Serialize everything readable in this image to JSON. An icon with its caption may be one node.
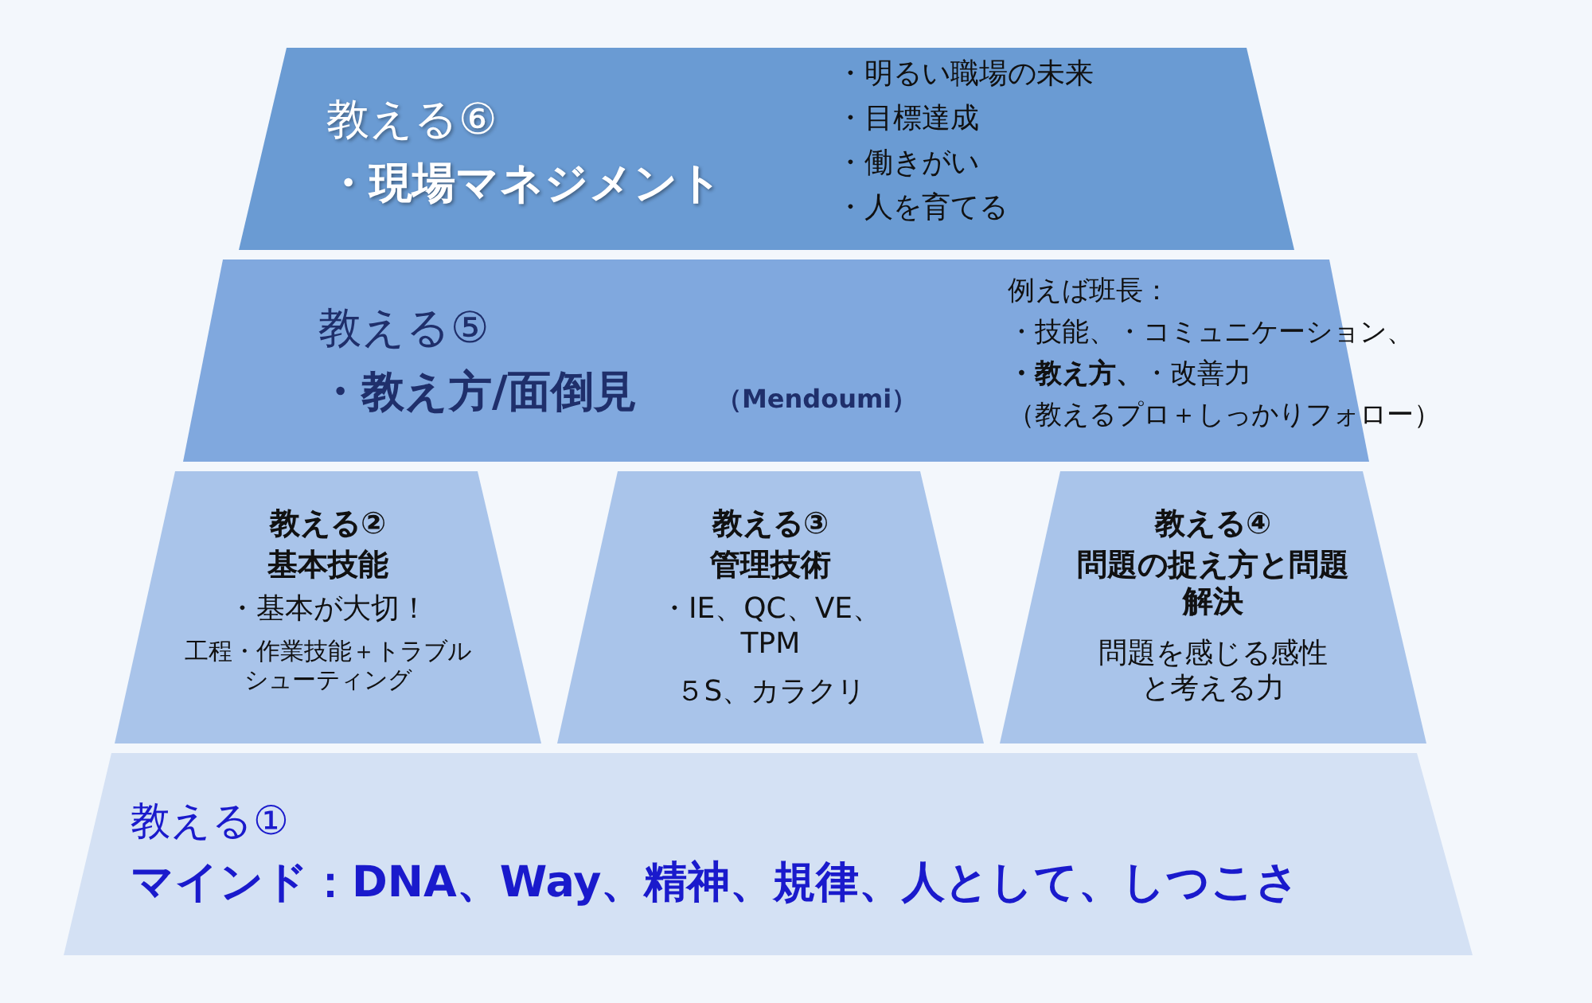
{
  "diagram": {
    "nodes": [
      {
        "text": [
          "教える⑥",
          "・現場マネジメント",
          "・明るい職場の未来",
          "・目標達成",
          "・働きがい",
          "・人を育てる"
        ]
      },
      {
        "text": [
          "教える⑤",
          "・教え方/面倒見",
          "（Mendoumi）",
          "例えば班長：",
          "・技能、・コミュニケーション、",
          "**・教え方、**・改善力",
          "（教えるプロ＋しっかりフォロー）"
        ]
      },
      {
        "text": [
          "教える②",
          "基本技能",
          "・基本が大切！",
          "工程・作業技能＋トラブルシューティング"
        ]
      },
      {
        "text": [
          "教える③",
          "管理技術",
          "・IE、QC、VE、TPM",
          "５S、カラクリ"
        ]
      },
      {
        "text": [
          "教える④",
          "問題の捉え方と問題解決",
          "問題を感じる感性と考える力"
        ]
      },
      {
        "text": [
          "教える①",
          "マインド：DNA、Way、精神、規律、人として、しつこさ"
        ]
      }
    ]
  }
}
